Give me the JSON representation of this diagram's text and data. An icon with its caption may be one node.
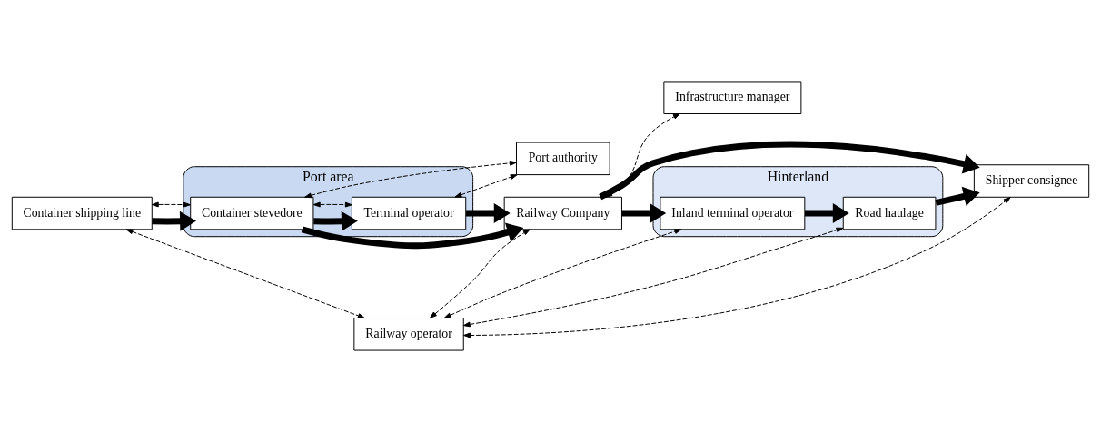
{
  "diagram": {
    "nodes": [
      {
        "text": [
          "Port area"
        ]
      },
      {
        "text": [
          "Hinterland"
        ]
      },
      {
        "text": [
          "Container shipping line"
        ]
      },
      {
        "text": [
          "Container stevedore"
        ],
        "in": 0
      },
      {
        "text": [
          "Railway operator"
        ]
      },
      {
        "text": [
          "Railway Company"
        ]
      },
      {
        "text": [
          "Terminal operator"
        ],
        "in": 0
      },
      {
        "text": [
          "Inland terminal operator"
        ],
        "in": 1
      },
      {
        "text": [
          "Road haulage"
        ],
        "in": 1
      },
      {
        "text": [
          "Shipper consignee"
        ]
      },
      {
        "text": [
          "Infrastructure manager"
        ]
      },
      {
        "text": [
          "Port authority"
        ]
      }
    ],
    "edges": [
      {
        "from": 2,
        "to": 3,
        "arrow": "to",
        "style": "thick"
      },
      {
        "from": 3,
        "to": 5,
        "arrow": "to",
        "style": "thick"
      },
      {
        "from": 3,
        "to": 6,
        "arrow": "to",
        "style": "thick"
      },
      {
        "from": 6,
        "to": 5,
        "arrow": "to",
        "style": "thick"
      },
      {
        "from": 5,
        "to": 9,
        "arrow": "to",
        "style": "thick"
      },
      {
        "from": 5,
        "to": 7,
        "arrow": "to",
        "style": "thick"
      },
      {
        "from": 7,
        "to": 8,
        "arrow": "to",
        "style": "thick"
      },
      {
        "from": 8,
        "to": 9,
        "arrow": "to",
        "style": "thick"
      },
      {
        "from": 2,
        "to": 4,
        "arrow": "both",
        "style": "dashed"
      },
      {
        "from": 2,
        "to": 3,
        "arrow": "both",
        "style": "dashed"
      },
      {
        "from": 4,
        "to": 5,
        "arrow": "both",
        "style": "dashed"
      },
      {
        "from": 4,
        "to": 9,
        "arrow": "both",
        "style": "dashed"
      },
      {
        "from": 4,
        "to": 7,
        "arrow": "both",
        "style": "dashed"
      },
      {
        "from": 4,
        "to": 8,
        "arrow": "both",
        "style": "dashed"
      },
      {
        "from": 3,
        "to": 6,
        "arrow": "both",
        "style": "dashed"
      },
      {
        "from": 3,
        "to": 11,
        "arrow": "both",
        "style": "dashed"
      },
      {
        "from": 6,
        "to": 11,
        "arrow": "both",
        "style": "dashed"
      },
      {
        "from": 5,
        "to": 10,
        "arrow": "both",
        "style": "dashed"
      }
    ]
  }
}
